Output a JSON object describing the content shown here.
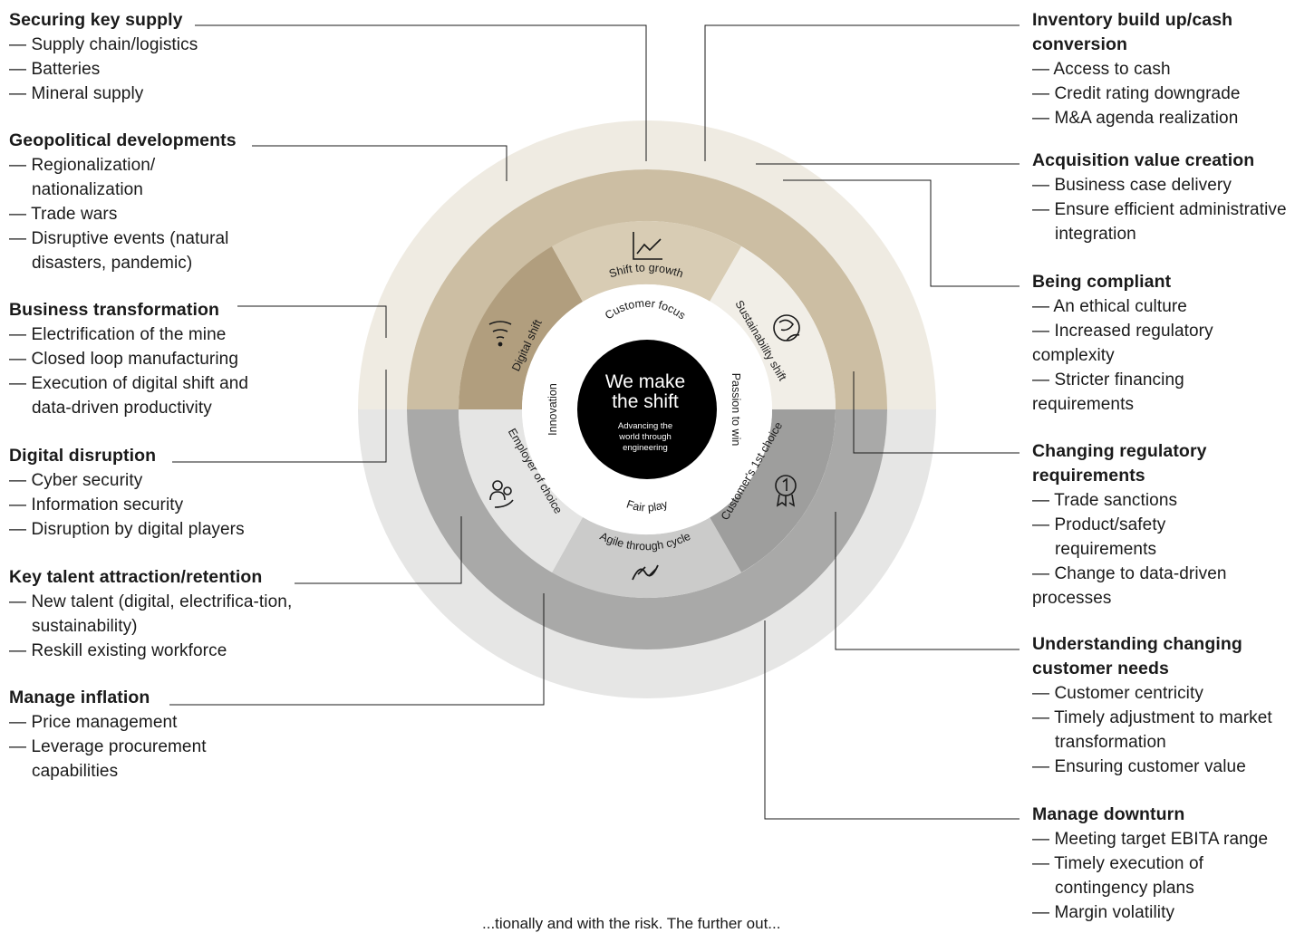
{
  "center": {
    "title_line1": "We make",
    "title_line2": "the shift",
    "subtitle_line1": "Advancing the",
    "subtitle_line2": "world through",
    "subtitle_line3": "engineering"
  },
  "values": {
    "customer_focus": "Customer focus",
    "innovation": "Innovation",
    "passion_to_win": "Passion to win",
    "fair_play": "Fair play"
  },
  "segments": {
    "shift_to_growth": "Shift to growth",
    "sustainability_shift": "Sustainability shift",
    "digital_shift": "Digital shift",
    "employer_of_choice": "Employer of choice",
    "agile_through_cycle": "Agile through cycle",
    "customers_1st_choice": "Customer's 1st choice"
  },
  "icons": {
    "shift_to_growth": "line-chart-icon",
    "sustainability_shift": "globe-leaf-icon",
    "digital_shift": "wifi-signal-icon",
    "employer_of_choice": "people-icon",
    "agile_through_cycle": "wave-cycle-icon",
    "customers_1st_choice": "award-ribbon-icon"
  },
  "colors": {
    "outer_top": "#efebe2",
    "outer_bottom": "#e6e6e5",
    "middle_top": "#ccbea3",
    "middle_bottom": "#a9a9a8",
    "digital_shift": "#b19e7e",
    "shift_to_growth": "#d8ccb4",
    "sustainability_shift": "#f1eee7",
    "employer_of_choice": "#e5e5e4",
    "agile_through_cycle": "#cbcbca",
    "customers_1st_choice": "#9e9e9d",
    "center_circle": "#000000"
  },
  "left_risks": [
    {
      "title": "Securing key supply",
      "items": [
        "— Supply chain/logistics",
        "— Batteries",
        "— Mineral supply"
      ]
    },
    {
      "title": "Geopolitical developments",
      "items": [
        "— Regionalization/ nationalization",
        "— Trade wars",
        "— Disruptive events (natural disasters, pandemic)"
      ]
    },
    {
      "title": "Business transformation",
      "items": [
        "— Electrification of the mine",
        "— Closed loop manufacturing",
        "— Execution of digital shift and data-driven productivity"
      ]
    },
    {
      "title": "Digital disruption",
      "items": [
        "— Cyber security",
        "— Information security",
        "— Disruption by digital players"
      ]
    },
    {
      "title": "Key talent attraction/retention",
      "items": [
        "— New talent (digital, electrifica-tion, sustainability)",
        "— Reskill existing workforce"
      ]
    },
    {
      "title": "Manage inflation",
      "items": [
        "— Price management",
        "— Leverage procurement capabilities"
      ]
    }
  ],
  "right_risks": [
    {
      "title": "Inventory build up/cash conversion",
      "items": [
        "— Access to cash",
        "— Credit rating downgrade",
        "— M&A agenda realization"
      ]
    },
    {
      "title": "Acquisition value creation",
      "items": [
        "— Business case delivery",
        "— Ensure efficient administrative integration"
      ]
    },
    {
      "title": "Being compliant",
      "items": [
        "— An ethical culture",
        "— Increased regulatory complexity",
        "— Stricter financing requirements"
      ]
    },
    {
      "title": "Changing regulatory requirements",
      "items": [
        "— Trade sanctions",
        "— Product/safety requirements",
        "— Change to data-driven processes"
      ]
    },
    {
      "title": "Understanding changing customer needs",
      "items": [
        "— Customer centricity",
        "— Timely adjustment to market transformation",
        "— Ensuring customer value"
      ]
    },
    {
      "title": "Manage downturn",
      "items": [
        "— Meeting target EBITA range",
        "— Timely execution of contingency plans",
        "— Margin volatility"
      ]
    }
  ],
  "footer": "...tionally and with the risk. The further out..."
}
